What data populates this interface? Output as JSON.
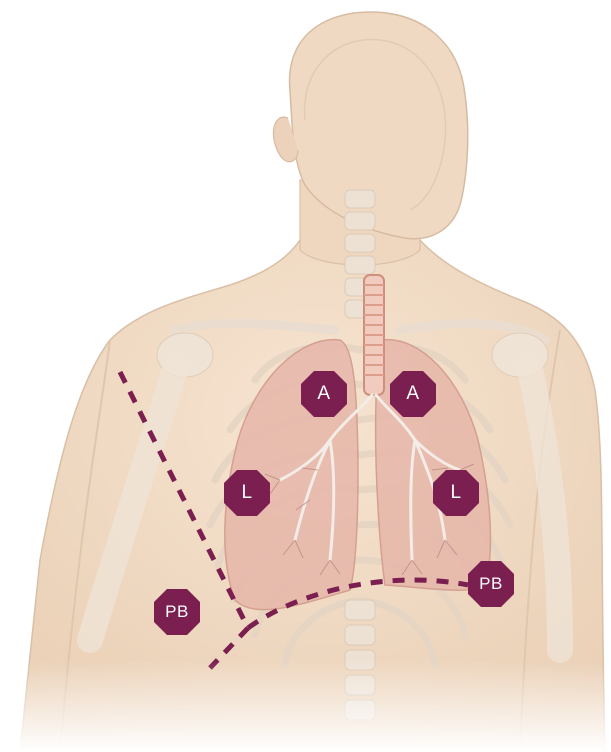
{
  "colors": {
    "marker_fill": "#7a1f4f",
    "dashed_line": "#7a1f4f",
    "skin": "#f2dcc5",
    "lung": "#e8b7aa"
  },
  "markers": {
    "apex_right": "A",
    "apex_left": "A",
    "lung_right": "L",
    "lung_left": "L",
    "posterior_base_right": "PB",
    "posterior_base_left": "PB"
  }
}
